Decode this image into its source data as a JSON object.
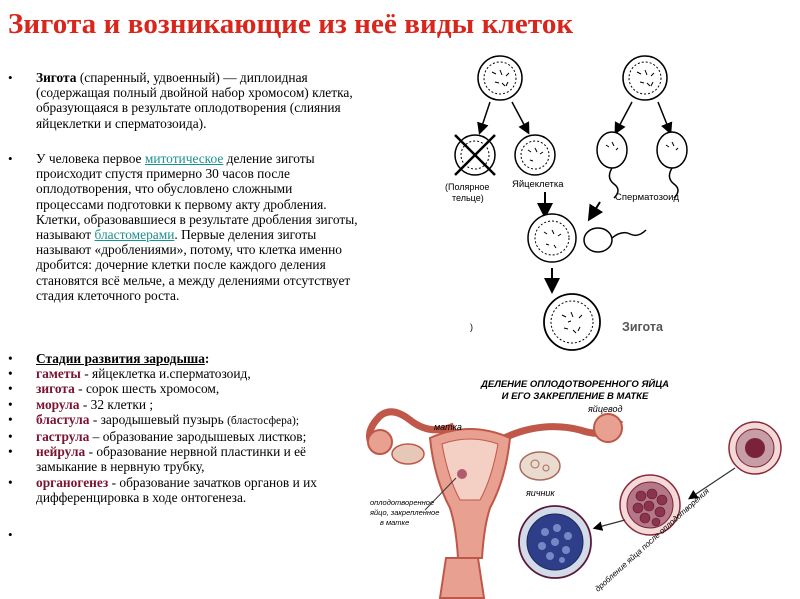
{
  "title": "Зигота и возникающие из неё виды клеток",
  "bullet1": {
    "term": "Зигота",
    "text": " (спаренный, удвоенный) — диплоидная (содержащая полный двойной набор хромосом) клетка, образующаяся в результате оплодотворения (слияния яйцеклетки и сперматозоида)."
  },
  "bullet2": {
    "part1": "У человека первое ",
    "link1": "митотическое",
    "part2": " деление зиготы происходит спустя примерно 30 часов после оплодотворения, что обусловлено сложными процессами подготовки к первому акту дробления. Клетки, образовавшиеся в результате дробления зиготы, называют ",
    "link2": "бластомерами",
    "part3": ". Первые деления зиготы называют «дроблениями», потому, что клетка именно дробится: дочерние клетки после каждого деления становятся всё мельче, а между делениями отсутствует стадия клеточного роста."
  },
  "stages": {
    "heading": "Стадии развития зародыша",
    "heading_colon": ":",
    "items": [
      {
        "term": "гаметы",
        "text": " - яйцеклетка и.сперматозоид,",
        "note": ""
      },
      {
        "term": "зигота",
        "text": " - сорок шесть хромосом,",
        "note": ""
      },
      {
        "term": "морула",
        "text": " - 32 клетки ;",
        "note": ""
      },
      {
        "term": "бластула",
        "text": " - зародышевый пузырь ",
        "note": "(бластосфера);"
      },
      {
        "term": "гаструла",
        "text": " – образование зародышевых листков;",
        "note": ""
      },
      {
        "term": "нейрула",
        "text": " - образование нервной пластинки и её замыкание в нервную трубку,",
        "note": ""
      },
      {
        "term": "органогенез",
        "text": " - образование зачатков органов и их дифференцировка в ходе онтогенеза.",
        "note": ""
      }
    ]
  },
  "bullet_symbol": "•",
  "diagram_top": {
    "label_polar": "(Полярное тельце)",
    "label_polar_1": "(Полярное",
    "label_polar_2": "тельце)",
    "label_egg": "Яйцеклетка",
    "label_sperm": "Сперматозоид",
    "label_zygote": "Зигота",
    "side_mark": ")"
  },
  "diagram_bottom": {
    "heading_1": "ДЕЛЕНИЕ ОПЛОДОТВОРЕННОГО ЯЙЦА",
    "heading_2": "И ЕГО ЗАКРЕПЛЕНИЕ В МАТКЕ",
    "label_uterus": "матка",
    "label_oviduct": "яйцевод",
    "label_ovary": "яичник",
    "label_fertilized_1": "оплодотворенное",
    "label_fertilized_2": "яйцо, закрепленное",
    "label_fertilized_3": "в матке",
    "label_division": "дробление яйца после оплодотворения"
  },
  "colors": {
    "title": "#d9261c",
    "term": "#7b1230",
    "link": "#1a8f8f",
    "tissue": "#e8a091",
    "tissue_dark": "#c0584a"
  }
}
